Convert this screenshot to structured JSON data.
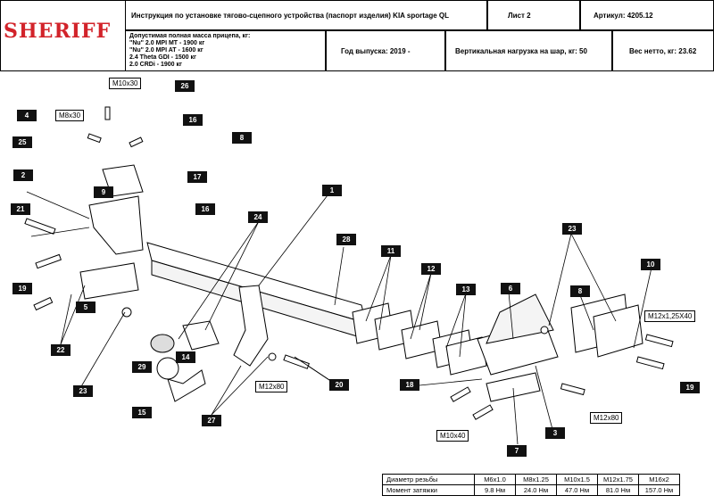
{
  "header": {
    "logo_text": "SHERIFF",
    "title": "Инструкция по установке тягово-сцепного устройства (паспорт изделия) KIA sportage QL",
    "sheet": "Лист 2",
    "article": "Артикул: 4205.12",
    "mass_title": "Допустимая полная масса прицепа, кг:",
    "mass_lines": [
      "\"Nu\" 2.0 MPI MT - 1900 кг",
      "\"Nu\" 2.0 MPI AT - 1600 кг",
      "2.4 Theta GDI - 1500 кг",
      "2.0 CRDi - 1900 кг"
    ],
    "year": "Год выпуска: 2019 -",
    "vertical_load": "Вертикальная нагрузка на шар, кг: 50",
    "net_weight": "Вес нетто, кг: 23.62"
  },
  "callouts": [
    "1",
    "2",
    "3",
    "4",
    "5",
    "6",
    "7",
    "8",
    "9",
    "10",
    "11",
    "12",
    "13",
    "14",
    "15",
    "16",
    "16",
    "17",
    "18",
    "19",
    "19",
    "20",
    "21",
    "22",
    "23",
    "23",
    "24",
    "25",
    "26",
    "27",
    "28",
    "29"
  ],
  "dimension_labels": [
    "M10x30",
    "M8x30",
    "M12x80",
    "M12x80",
    "M10x40",
    "M12x1,25X40"
  ],
  "torque_table": {
    "row1_label": "Диаметр резьбы",
    "row2_label": "Момент затяжки",
    "sizes": [
      "M6x1.0",
      "M8x1.25",
      "M10x1.5",
      "M12x1.75",
      "M16x2"
    ],
    "torques": [
      "9.8 Нм",
      "24.0 Нм",
      "47.0 Нм",
      "81.0 Нм",
      "157.0 Нм"
    ]
  },
  "colors": {
    "brand": "#d2232a",
    "callout_bg": "#111111"
  }
}
